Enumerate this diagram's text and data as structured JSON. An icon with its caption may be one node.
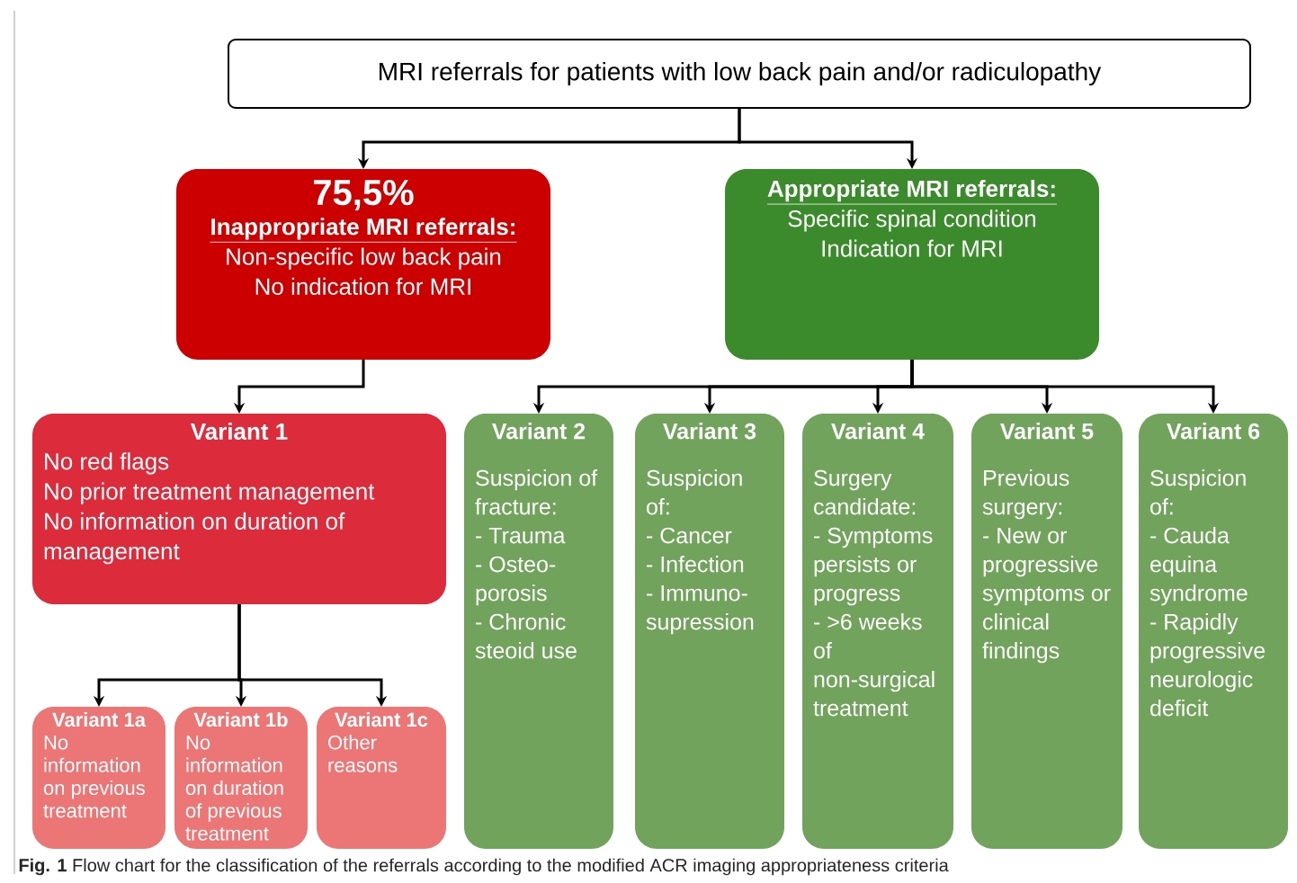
{
  "diagram": {
    "caption": "**Fig. 1** Flow chart for the classification of the referrals according to the modified ACR imaging appropriateness criteria",
    "nodes": [
      {
        "text": [
          "MRI referrals for patients with low back pain and/or radiculopathy"
        ]
      },
      {
        "text": [
          "75,5%",
          "Inappropriate MRI referrals:",
          "Non-specific low back pain",
          "No indication for MRI"
        ]
      },
      {
        "text": [
          "Appropriate MRI referrals:",
          "Specific spinal condition",
          "Indication for MRI"
        ]
      },
      {
        "text": [
          "Variant 1",
          "No red flags",
          "No prior treatment management",
          "No information on duration of management"
        ]
      },
      {
        "text": [
          "Variant 1a",
          "No information on previous treatment"
        ]
      },
      {
        "text": [
          "Variant 1b",
          "No information on duration of previous treatment"
        ]
      },
      {
        "text": [
          "Variant 1c",
          "Other reasons"
        ]
      },
      {
        "text": [
          "Variant 2",
          "Suspicion of fracture:",
          "- Trauma",
          "- Osteo-porosis",
          "- Chronic steoid use"
        ]
      },
      {
        "text": [
          "Variant 3",
          "Suspicion of:",
          "- Cancer",
          "- Infection",
          "- Immuno-supression"
        ]
      },
      {
        "text": [
          "Variant 4",
          "Surgery candidate:",
          "- Symptoms persists or progress",
          "- >6 weeks of non-surgical treatment"
        ]
      },
      {
        "text": [
          "Variant 5",
          "Previous surgery:",
          "- New or progressive symptoms or clinical findings"
        ]
      },
      {
        "text": [
          "Variant 6",
          "Suspicion of:",
          "- Cauda equina syndrome",
          "- Rapidly progressive neurologic deficit"
        ]
      }
    ],
    "edges": [
      {
        "from": 0,
        "to": 1,
        "arrow": "to"
      },
      {
        "from": 0,
        "to": 2,
        "arrow": "to"
      },
      {
        "from": 1,
        "to": 3,
        "arrow": "to"
      },
      {
        "from": 2,
        "to": 7,
        "arrow": "to"
      },
      {
        "from": 2,
        "to": 8,
        "arrow": "to"
      },
      {
        "from": 2,
        "to": 9,
        "arrow": "to"
      },
      {
        "from": 2,
        "to": 10,
        "arrow": "to"
      },
      {
        "from": 2,
        "to": 11,
        "arrow": "to"
      },
      {
        "from": 3,
        "to": 4,
        "arrow": "to"
      },
      {
        "from": 3,
        "to": 5,
        "arrow": "to"
      },
      {
        "from": 3,
        "to": 6,
        "arrow": "to"
      }
    ]
  }
}
